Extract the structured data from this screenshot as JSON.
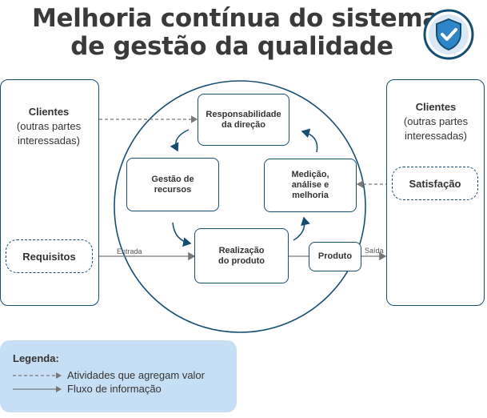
{
  "title": {
    "line1": "Melhoria contínua do sistema",
    "line2": "de gestão da qualidade"
  },
  "icons": {
    "badge": "shield-check-icon"
  },
  "colors": {
    "primary": "#164e72",
    "legend_bg": "#c7dff5",
    "title": "#3a3a3a"
  },
  "left_panel": {
    "title": "Clientes",
    "subtitle": "(outras partes interessadas)",
    "input_label": "Requisitos"
  },
  "right_panel": {
    "title": "Clientes",
    "subtitle": "(outras partes interessadas)",
    "output_label": "Satisfação"
  },
  "cycle": {
    "responsabilidade": "Responsabilidade da direção",
    "gestao": "Gestão de recursos",
    "medicao": "Medição, análise e melhoria",
    "realizacao": "Realização do produto",
    "produto": "Produto"
  },
  "flow_labels": {
    "entrada": "Entrada",
    "saida": "Saída"
  },
  "legend": {
    "title": "Legenda:",
    "dashed_label": "Atividades que agregam valor",
    "solid_label": "Fluxo de informação"
  }
}
